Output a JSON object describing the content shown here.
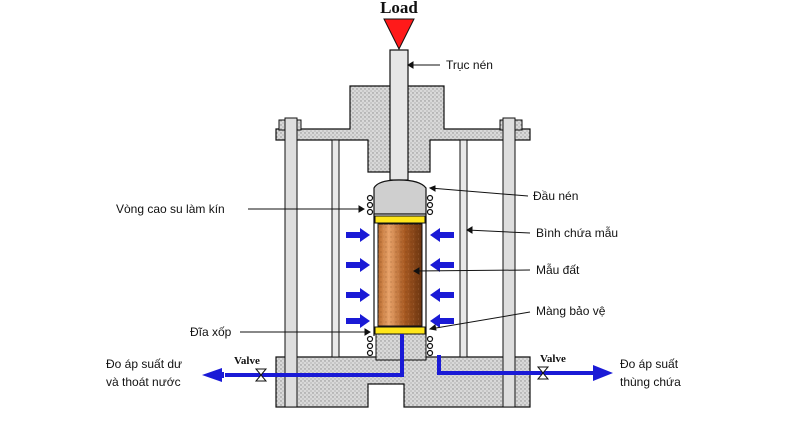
{
  "diagram": {
    "load_label": "Load",
    "labels": {
      "truc_nen": "Trục nén",
      "dau_nen": "Đầu nén",
      "vong_cao_su": "Vòng cao su làm kín",
      "binh_chua_mau": "Bình chứa mẫu",
      "mau_dat": "Mẫu đất",
      "mang_bao_ve": "Màng bảo vệ",
      "dia_xop": "Đĩa xốp",
      "left_outlet_line1": "Đo áp suất dư",
      "left_outlet_line2": "và thoát nước",
      "right_outlet_line1": "Đo áp suất",
      "right_outlet_line2": "thùng chứa"
    },
    "valve_left": "Valve",
    "valve_right": "Valve",
    "colors": {
      "concrete": "#d9d9d9",
      "concrete_dots": "#8a8a8a",
      "load_arrow": "#ff1a1a",
      "pressure_arrow": "#1a1ad6",
      "pipe": "#1a1ad6",
      "sample_light": "#e8a36a",
      "sample_dark": "#7a3f12",
      "porous_disc": "#ffe61a",
      "outline": "#111111"
    }
  }
}
